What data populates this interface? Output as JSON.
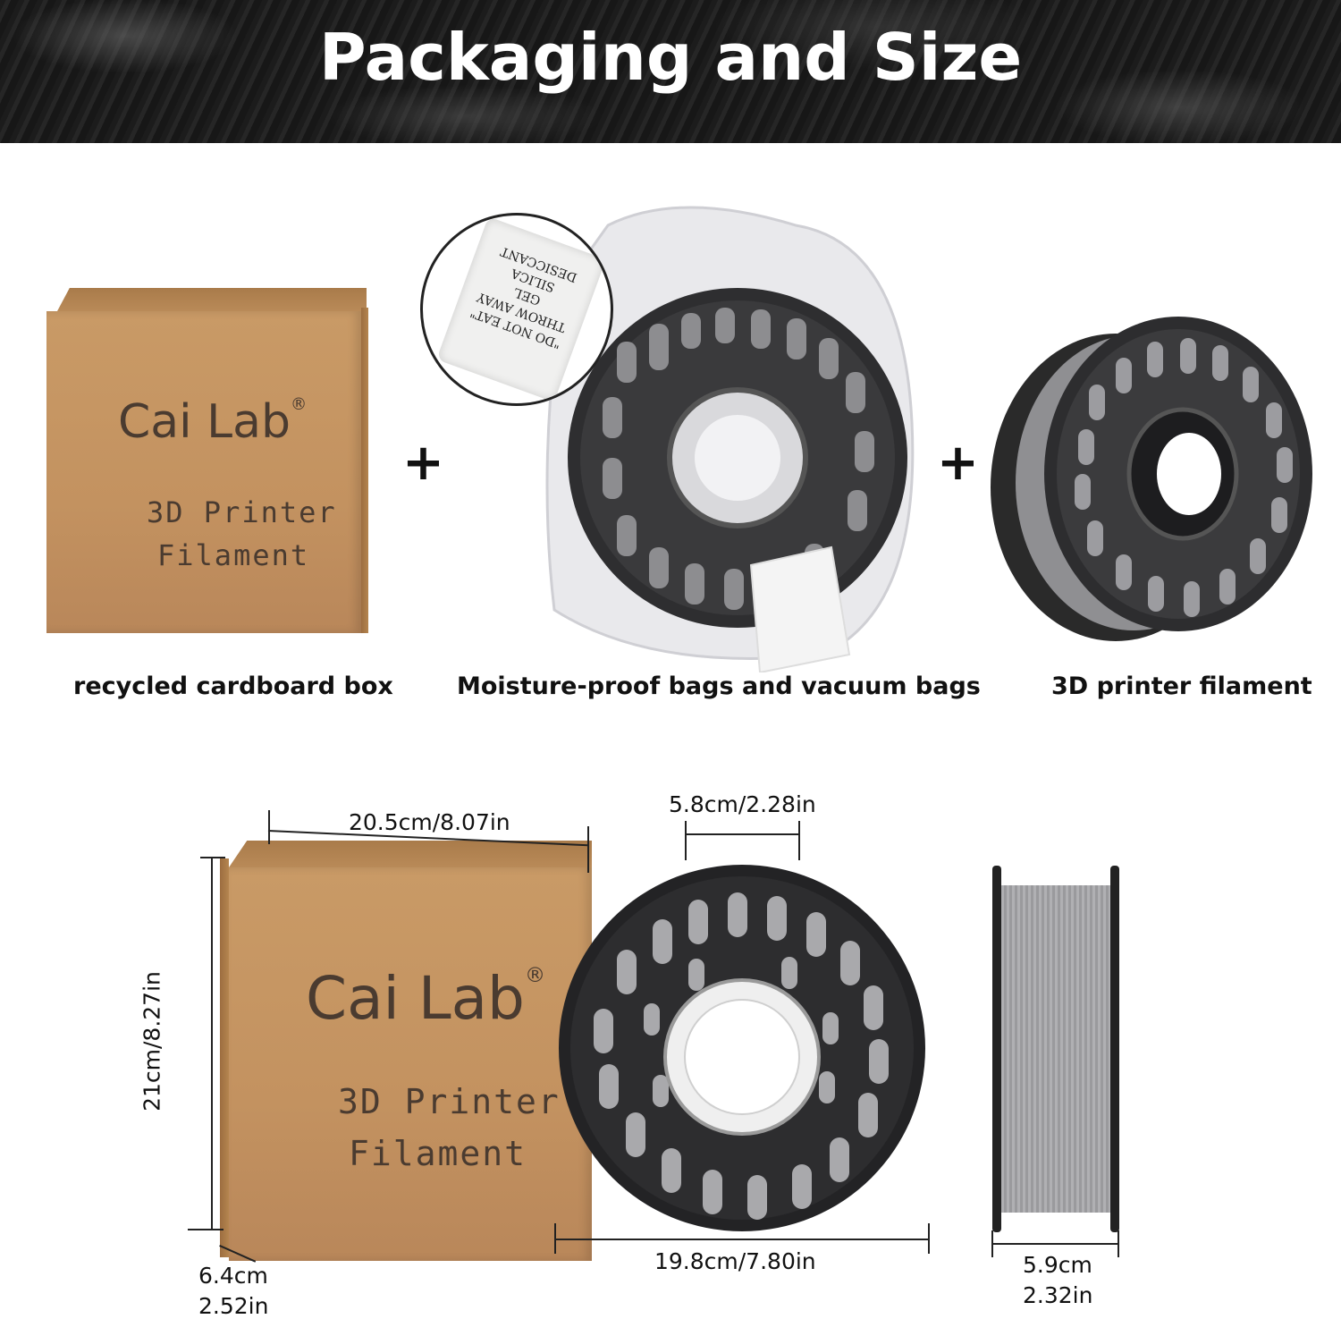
{
  "header": {
    "title": "Packaging and Size"
  },
  "box": {
    "brand": "Cai Lab",
    "registered": "®",
    "line1": "3D Printer",
    "line2": "Filament"
  },
  "desiccant": {
    "lines": [
      "\"DO NOT EAT\"",
      "THROW AWAY",
      "GEL",
      "SILICA",
      "DESICCANT"
    ]
  },
  "captions": {
    "box": "recycled cardboard box",
    "bags": "Moisture-proof bags and vacuum bags",
    "filament": "3D printer filament"
  },
  "symbols": {
    "plus": "+"
  },
  "dimensions": {
    "box_width": "20.5cm/8.07in",
    "box_height": "21cm/8.27in",
    "box_depth_cm": "6.4cm",
    "box_depth_in": "2.52in",
    "hub_diameter": "5.8cm/2.28in",
    "spool_diameter": "19.8cm/7.80in",
    "spool_width_cm": "5.9cm",
    "spool_width_in": "2.32in"
  },
  "colors": {
    "banner": "#1a1a1a",
    "cardboard": "#c39260",
    "spool": "#2b2b2b",
    "filament": "#a8a8a8"
  }
}
